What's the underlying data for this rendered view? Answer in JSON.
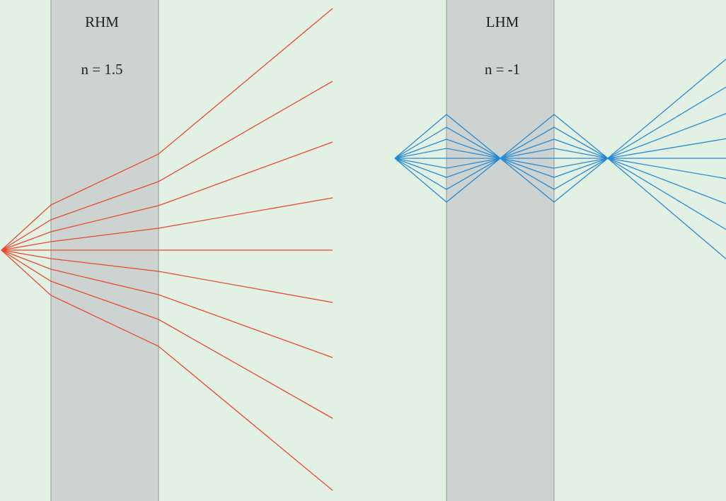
{
  "colors": {
    "background": "#e3f1e5",
    "slab_fill": "#ccd3d0",
    "slab_edge": "#8e9c98",
    "rhm_rays": "#e64a2e",
    "lhm_rays": "#2a8ad0"
  },
  "rhm": {
    "label": "RHM",
    "index_label": "n = 1.5"
  },
  "lhm": {
    "label": "LHM",
    "index_label": "n = -1"
  }
}
